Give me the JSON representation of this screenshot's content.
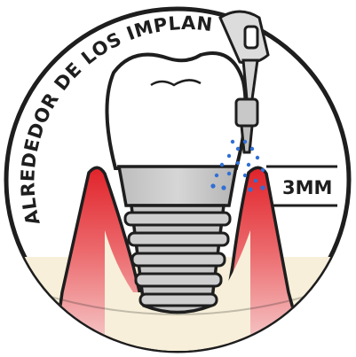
{
  "diagram": {
    "arc_label": "ALREDEDOR DE LOS IMPLANTES",
    "measurement_label": "3MM"
  },
  "colors": {
    "outline": "#1e1e1e",
    "gum_red": "#e0232a",
    "gum_pink": "#f4c9c9",
    "bone": "#f7efd9",
    "implant_gray": "#c6c6c6",
    "crown": "#ffffff",
    "spray_blue": "#2f6fd6"
  },
  "icons": [
    "dental-crown",
    "implant-screw",
    "irrigation-syringe",
    "water-spray"
  ]
}
